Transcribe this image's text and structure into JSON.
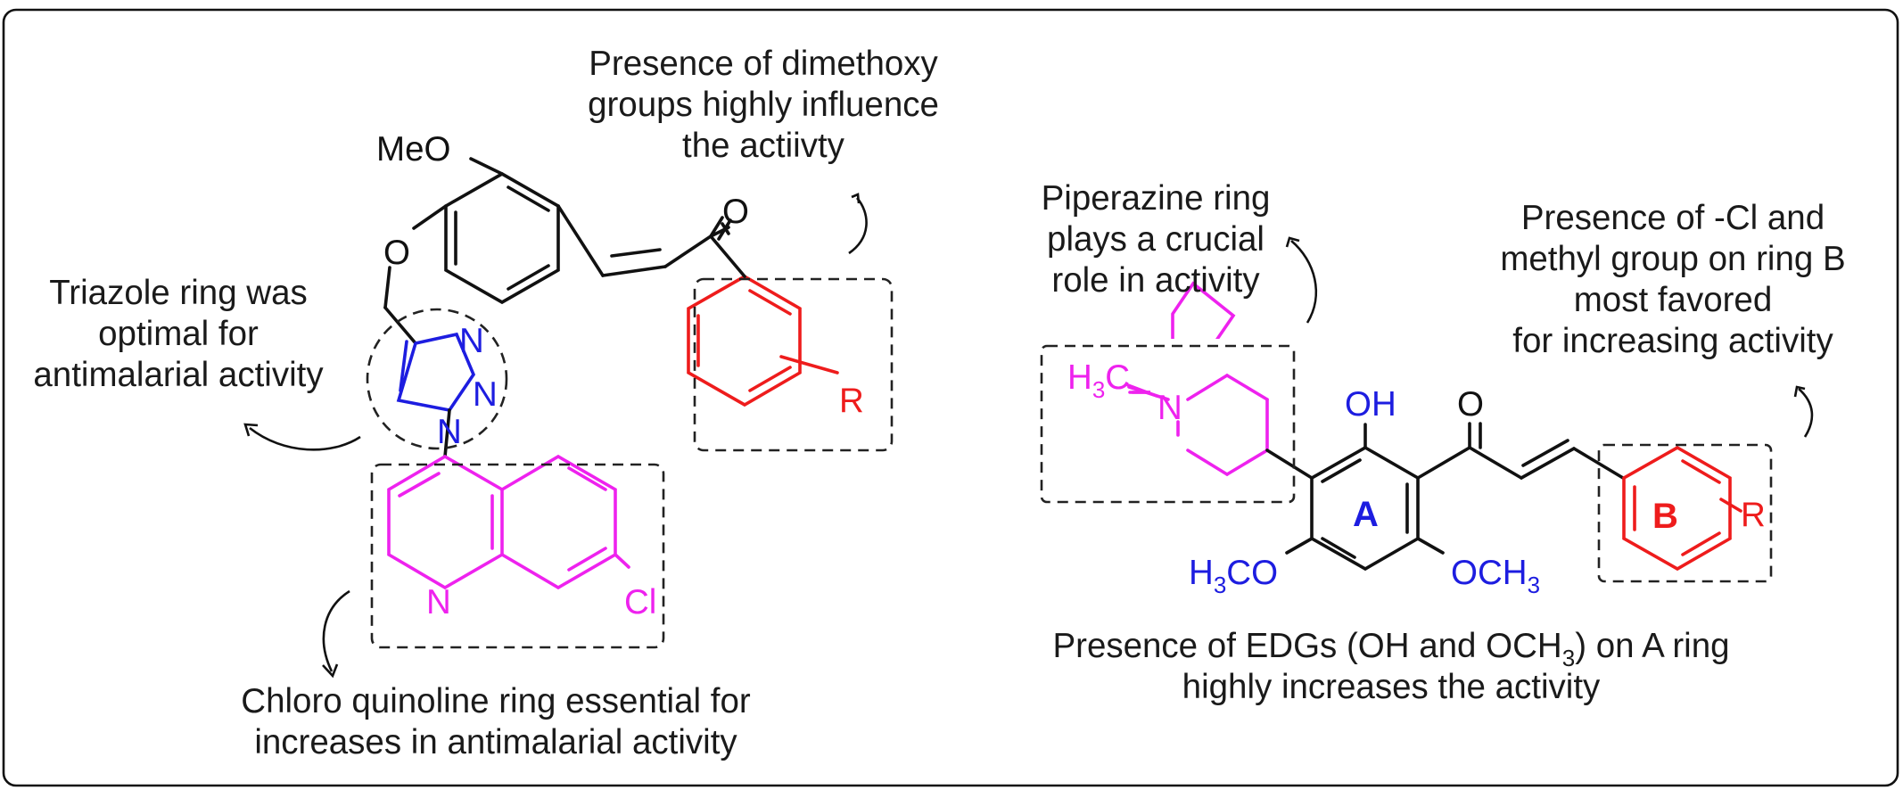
{
  "colors": {
    "black": "#111111",
    "blue": "#1d1de0",
    "magenta": "#ee22ee",
    "red": "#ee1c1c"
  },
  "left_structure": {
    "methoxy": "MeO",
    "ether_o": "O",
    "carbonyl_o": "O",
    "triazole_n1": "N",
    "triazole_n2": "N",
    "triazole_n3": "N",
    "quinoline_n": "N",
    "chloro": "Cl",
    "substituent": "R"
  },
  "right_structure": {
    "h3c_n_prefix": "H",
    "h3c_n_sub": "3",
    "h3c_n_suffix": "C",
    "piperidine_n": "N",
    "hydroxy": "OH",
    "carbonyl_o": "O",
    "ring_a_label": "A",
    "ring_b_label": "B",
    "substituent": "R",
    "left_methoxy_prefix": "H",
    "left_methoxy_sub": "3",
    "left_methoxy_suffix": "CO",
    "right_methoxy_prefix": "OCH",
    "right_methoxy_sub": "3"
  },
  "annotations": {
    "dimethoxy": [
      "Presence of dimethoxy",
      "groups highly influence",
      "the actiivty"
    ],
    "triazole": [
      "Triazole ring was",
      "optimal for",
      "antimalarial activity"
    ],
    "quinoline": [
      "Chloro quinoline ring essential for",
      "increases in antimalarial activity"
    ],
    "piperazine": [
      "Piperazine ring",
      "plays a crucial",
      "role in activity"
    ],
    "chloro_methyl": [
      "Presence of -Cl and",
      "methyl group on ring B",
      "most favored",
      "for increasing activity"
    ],
    "edg_prefix": "Presence of EDGs (OH and OCH",
    "edg_sub": "3",
    "edg_suffix": ") on A ring",
    "edg_line2": "highly increases the activity"
  }
}
